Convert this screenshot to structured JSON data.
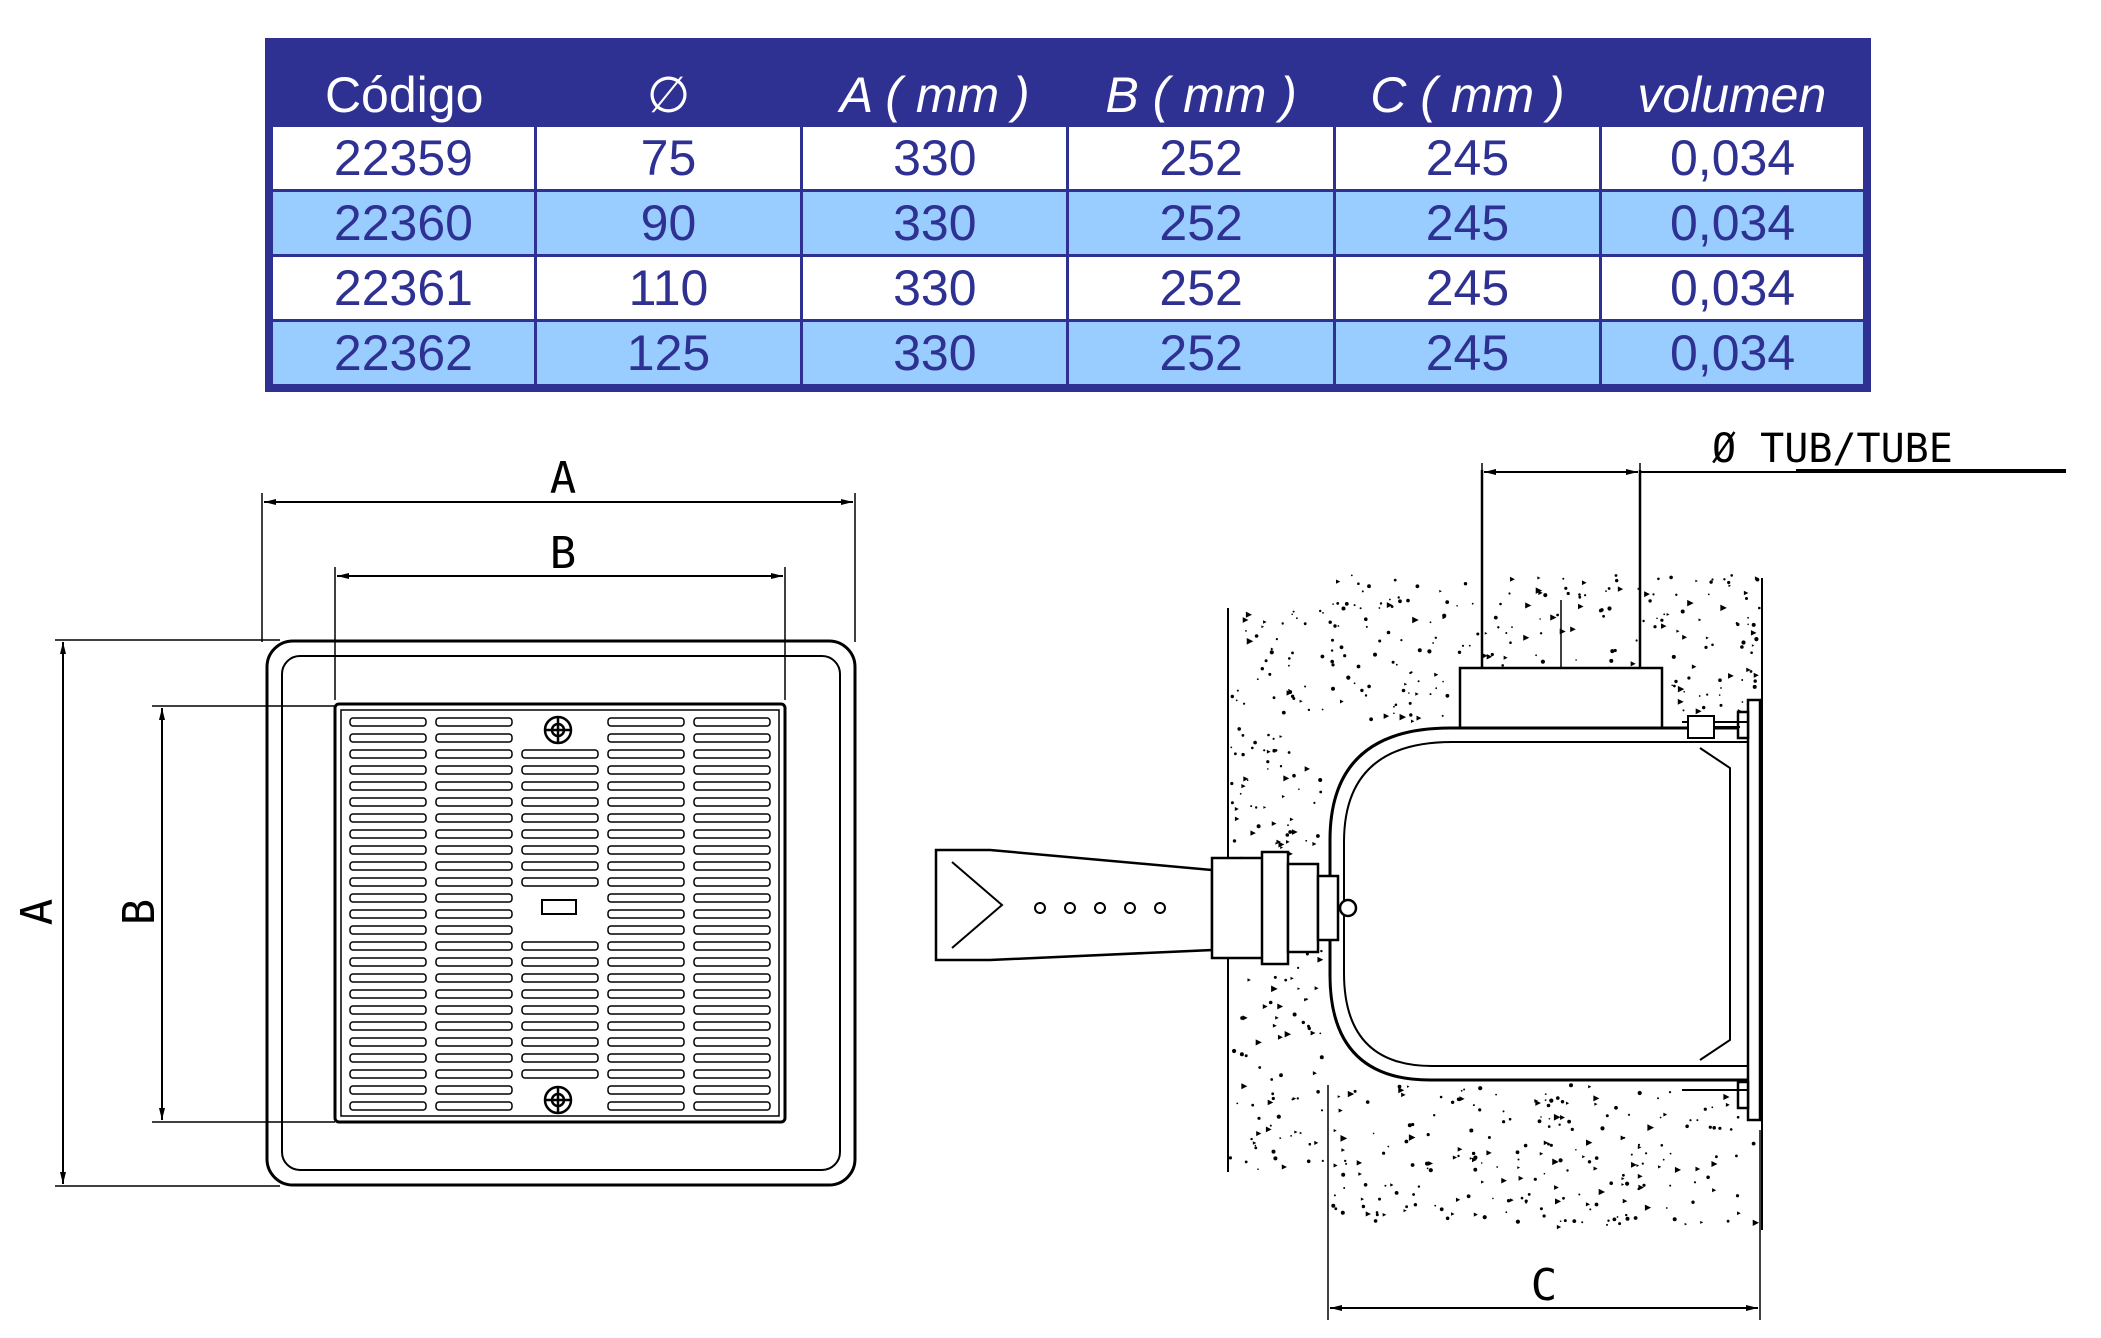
{
  "table": {
    "headers": [
      "Código",
      "∅",
      "A ( mm )",
      "B ( mm )",
      "C ( mm )",
      "volumen"
    ],
    "rows": [
      [
        "22359",
        "75",
        "330",
        "252",
        "245",
        "0,034"
      ],
      [
        "22360",
        "90",
        "330",
        "252",
        "245",
        "0,034"
      ],
      [
        "22361",
        "110",
        "330",
        "252",
        "245",
        "0,034"
      ],
      [
        "22362",
        "125",
        "330",
        "252",
        "245",
        "0,034"
      ]
    ]
  },
  "front_view": {
    "dim_a": "A",
    "dim_b": "B"
  },
  "section_view": {
    "pipe_label": "Ø TUB/TUBE",
    "dim_c": "C"
  },
  "colors": {
    "header_bg": "#2e3192",
    "alt_row_bg": "#99ccff",
    "text": "#2e3192",
    "line": "#000000"
  }
}
